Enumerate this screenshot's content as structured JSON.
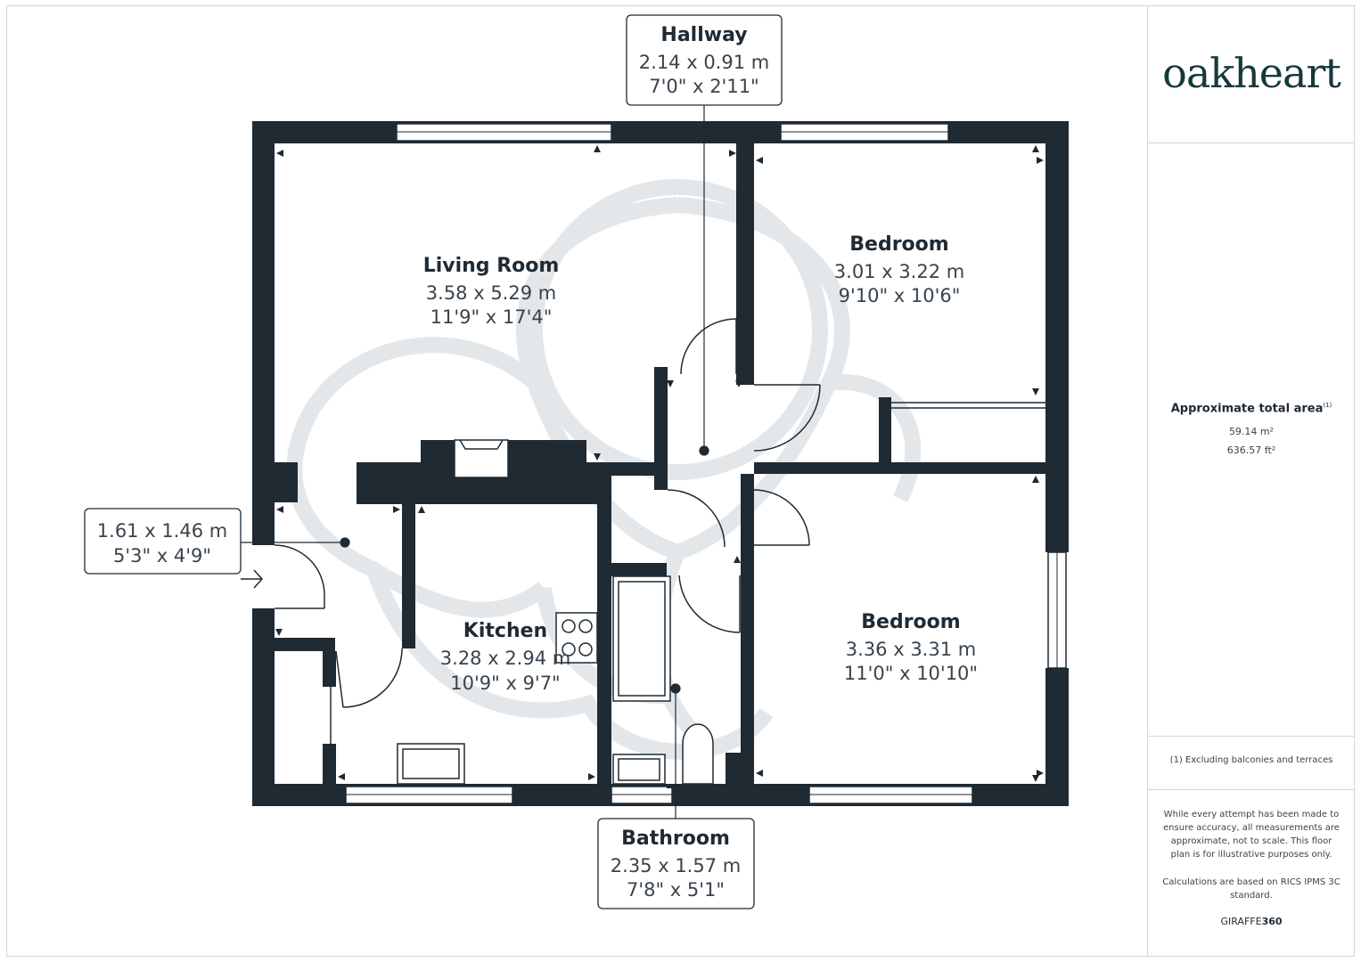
{
  "brand": {
    "logo_text": "oakheart",
    "footer_prefix": "GIRAFFE",
    "footer_suffix": "360"
  },
  "area": {
    "title": "Approximate total area",
    "note_marker": "(1)",
    "metric": "59.14 m²",
    "imperial": "636.57 ft²"
  },
  "footnote": "(1) Excluding balconies and terraces",
  "disclaimer": "While every attempt has been made to ensure accuracy, all measurements are approximate, not to scale. This floor plan is for illustrative purposes only.",
  "calculations": "Calculations are based on RICS IPMS 3C standard.",
  "rooms": {
    "living": {
      "name": "Living Room",
      "metric": "3.58 x 5.29 m",
      "imperial": "11'9\" x 17'4\""
    },
    "bedroom1": {
      "name": "Bedroom",
      "metric": "3.01 x 3.22 m",
      "imperial": "9'10\" x 10'6\""
    },
    "bedroom2": {
      "name": "Bedroom",
      "metric": "3.36 x 3.31 m",
      "imperial": "11'0\" x 10'10\""
    },
    "kitchen": {
      "name": "Kitchen",
      "metric": "3.28 x 2.94 m",
      "imperial": "10'9\" x 9'7\""
    },
    "hallway": {
      "name": "Hallway",
      "metric": "2.14 x 0.91 m",
      "imperial": "7'0\" x 2'11\""
    },
    "bathroom": {
      "name": "Bathroom",
      "metric": "2.35 x 1.57 m",
      "imperial": "7'8\" x 5'1\""
    },
    "entrance": {
      "metric": "1.61 x 1.46 m",
      "imperial": "5'3\" x 4'9\""
    }
  },
  "colors": {
    "wall": "#1f2a33",
    "text": "#1f2a33",
    "logo": "#16393a",
    "watermark": "#e4e7e9"
  }
}
